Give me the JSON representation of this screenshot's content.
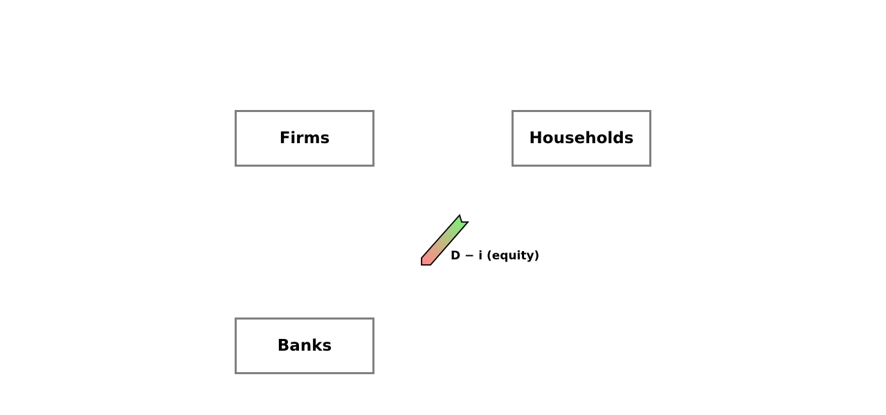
{
  "nodes": {
    "firms": {
      "label": "Firms"
    },
    "households": {
      "label": "Households"
    },
    "banks": {
      "label": "Banks"
    }
  },
  "flow": {
    "label": "D − i (equity)",
    "gradient_start_color": "#ff8a8a",
    "gradient_end_color": "#7cf07c"
  },
  "colors": {
    "box_border": "#808080",
    "text": "#000000",
    "background": "#ffffff"
  }
}
